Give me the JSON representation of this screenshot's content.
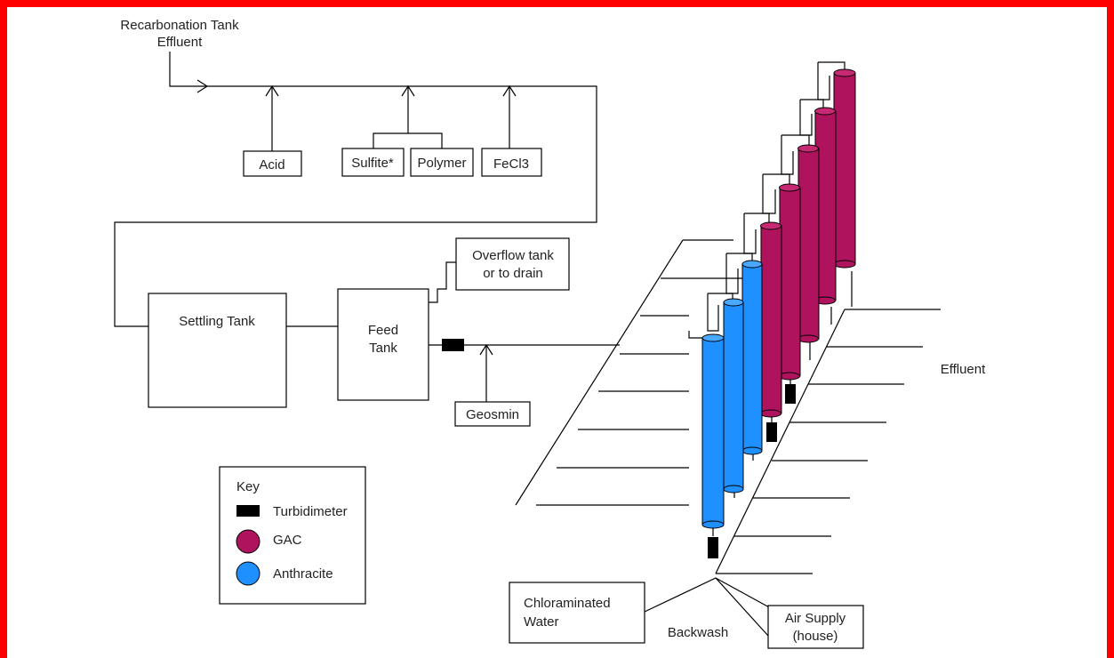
{
  "colors": {
    "frame": "#ff0000",
    "gac": "#b0135e",
    "gac_top": "#c72a73",
    "anthracite": "#1e90ff",
    "anthracite_top": "#4aa8ff"
  },
  "inlet": {
    "line1": "Recarbonation Tank",
    "line2": "Effluent"
  },
  "chemicals": {
    "acid": "Acid",
    "sulfite": "Sulfite*",
    "polymer": "Polymer",
    "fecl3": "FeCl3"
  },
  "tanks": {
    "settling": "Settling Tank",
    "feed_line1": "Feed",
    "feed_line2": "Tank"
  },
  "overflow": {
    "line1": "Overflow tank",
    "line2": "or to drain"
  },
  "geosmin": "Geosmin",
  "effluent": "Effluent",
  "key": {
    "title": "Key",
    "turbidimeter": "Turbidimeter",
    "gac": "GAC",
    "anthracite": "Anthracite"
  },
  "backwash": {
    "chloraminated_line1": "Chloraminated",
    "chloraminated_line2": "Water",
    "label": "Backwash",
    "air_line1": "Air Supply",
    "air_line2": "(house)"
  },
  "icons": {
    "arrow": "arrow-icon",
    "turbidimeter": "turbidimeter-icon",
    "column": "column-icon"
  }
}
